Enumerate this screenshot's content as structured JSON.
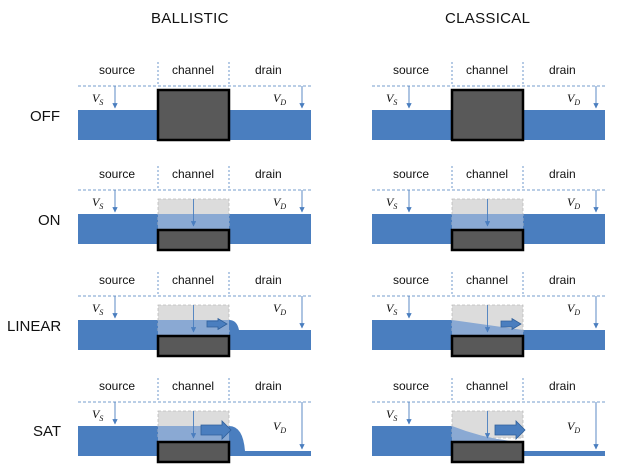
{
  "columns": [
    {
      "title": "BALLISTIC"
    },
    {
      "title": "CLASSICAL"
    }
  ],
  "rows": [
    {
      "label": "OFF"
    },
    {
      "label": "ON"
    },
    {
      "label": "LINEAR"
    },
    {
      "label": "SAT"
    }
  ],
  "region_labels": {
    "source": "source",
    "channel": "channel",
    "drain": "drain"
  },
  "voltage_labels": {
    "vs_main": "V",
    "vs_sub": "S",
    "vd_main": "V",
    "vd_sub": "D"
  },
  "colors": {
    "electron_sea": "#4a7ebf",
    "gate": "#595959",
    "channel_fill": "#dcdcdc",
    "reference_line": "#4a7ebf"
  }
}
